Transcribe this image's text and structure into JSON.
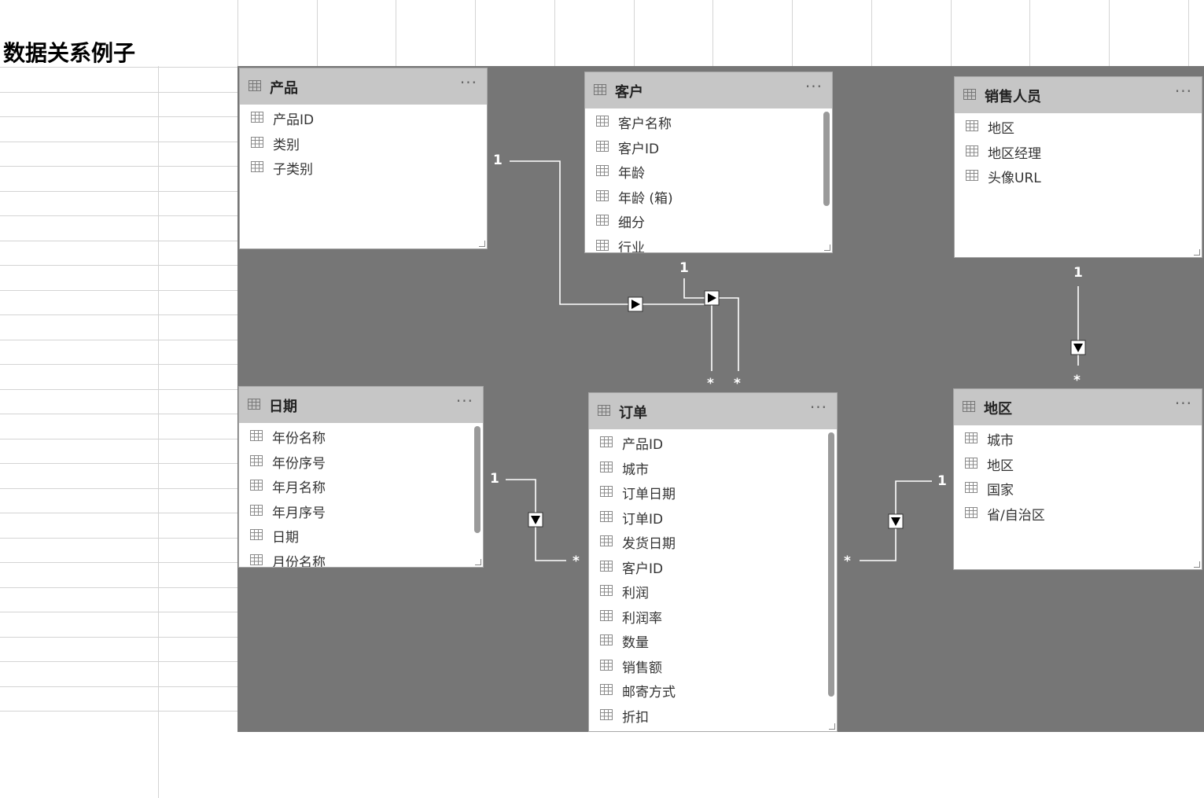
{
  "sheet": {
    "title": "数据关系例子"
  },
  "tables": {
    "product": {
      "name": "产品",
      "more": "···",
      "fields": [
        "产品ID",
        "类别",
        "子类别"
      ]
    },
    "customer": {
      "name": "客户",
      "more": "···",
      "fields": [
        "客户名称",
        "客户ID",
        "年龄",
        "年龄 (箱)",
        "细分",
        "行业"
      ]
    },
    "sales": {
      "name": "销售人员",
      "more": "···",
      "fields": [
        "地区",
        "地区经理",
        "头像URL"
      ]
    },
    "date": {
      "name": "日期",
      "more": "···",
      "fields": [
        "年份名称",
        "年份序号",
        "年月名称",
        "年月序号",
        "日期",
        "月份名称"
      ]
    },
    "order": {
      "name": "订单",
      "more": "···",
      "fields": [
        "产品ID",
        "城市",
        "订单日期",
        "订单ID",
        "发货日期",
        "客户ID",
        "利润",
        "利润率",
        "数量",
        "销售额",
        "邮寄方式",
        "折扣"
      ]
    },
    "region": {
      "name": "地区",
      "more": "···",
      "fields": [
        "城市",
        "地区",
        "国家",
        "省/自治区"
      ]
    }
  },
  "relationships": [
    {
      "from": "产品",
      "to": "订单",
      "from_card": "1",
      "to_card": "*"
    },
    {
      "from": "客户",
      "to": "订单",
      "from_card": "1",
      "to_card": "*"
    },
    {
      "from": "销售人员",
      "to": "地区",
      "from_card": "1",
      "to_card": "*"
    },
    {
      "from": "日期",
      "to": "订单",
      "from_card": "1",
      "to_card": "*"
    },
    {
      "from": "地区",
      "to": "订单",
      "from_card": "1",
      "to_card": "*"
    }
  ]
}
